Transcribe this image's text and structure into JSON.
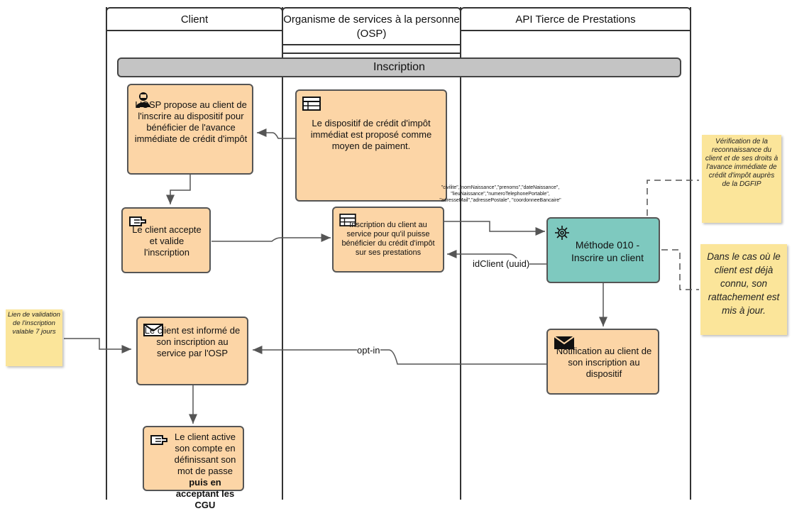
{
  "lanes": {
    "client": "Client",
    "osp": "Organisme de services à la personne (OSP)",
    "api": "API Tierce de Prestations"
  },
  "phase": "Inscription",
  "boxes": {
    "osp_propose": "L'OSP propose au client de l'inscrire au dispositif pour bénéficier de l'avance immédiate de crédit d'impôt",
    "dispositif": "Le dispositif de crédit d'impôt immédiat est proposé comme moyen de paiment.",
    "client_accepte": "Le client accepte et valide l'inscription",
    "inscription_service": "Inscription du client au service pour qu'il puisse bénéficier du crédit d'impôt sur ses prestations",
    "methode": "Méthode 010 - Inscrire un client",
    "client_informe": "Le client est informé de son inscription au service par l'OSP",
    "notification": "Notification au client de son inscription au dispositif",
    "client_active_pre": "Le client active son compte en définissant son mot de passe",
    "client_active_bold": "puis en acceptant les CGU"
  },
  "params": "\"civilite\",\"nomNaissance\",\"prenoms\",\"dateNaissance\", \"lieuNaissance\",\"numeroTelephonePortable\", \"adresseMail\",\"adressePostale\", \"coordonneeBancaire\"",
  "labels": {
    "idclient": "idClient (uuid)",
    "optin": "opt-in"
  },
  "notes": {
    "verification": "Vérification de la reconnaissance du client et de ses droits à l'avance immédiate de crédit d'impôt auprès de la DGFIP",
    "deja_connu": "Dans le cas où le client est déjà connu, son rattachement est mis à jour.",
    "lien": "Lien de validation de l'inscription valable 7 jours"
  },
  "icons": {
    "person": "person-icon",
    "table": "table-icon",
    "hand": "hand-icon",
    "gear": "gear-icon",
    "envelope": "envelope-icon"
  },
  "colors": {
    "task": "#fcd5a6",
    "api_task": "#7ec9bf",
    "note": "#fbe59a",
    "phase": "#c4c4c4"
  }
}
